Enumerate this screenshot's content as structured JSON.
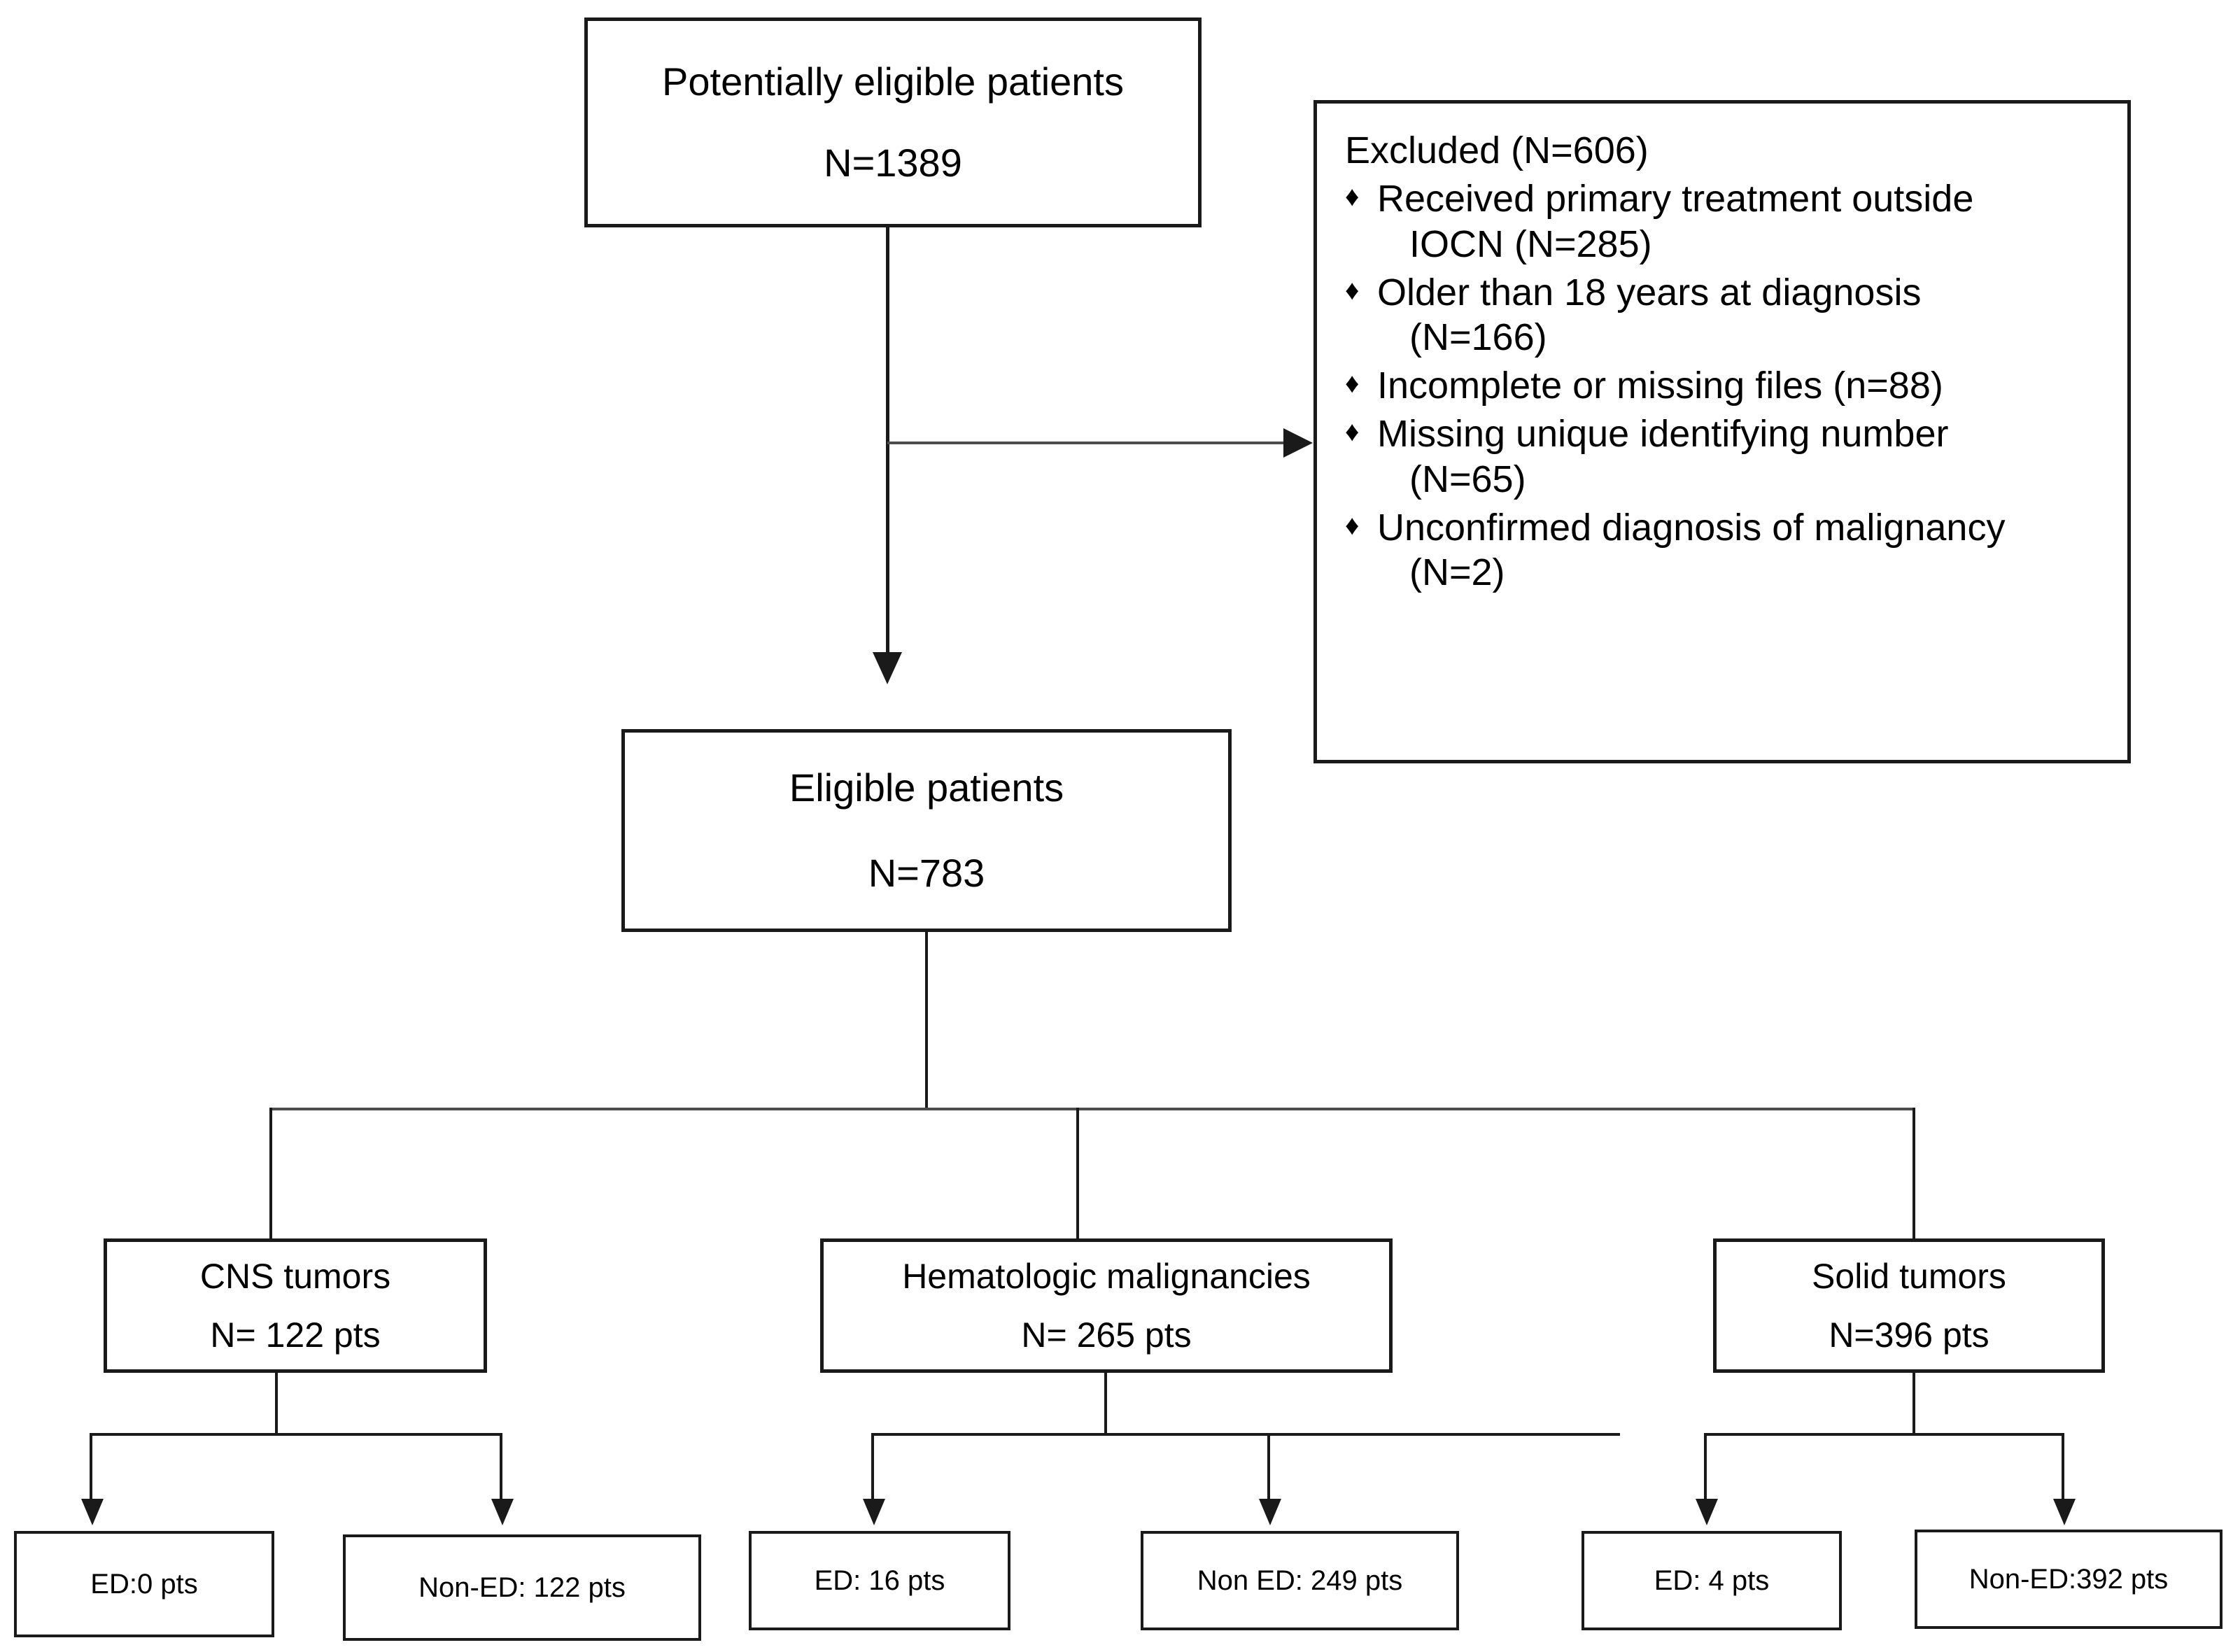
{
  "diagram": {
    "type": "patient-flow-consort-diagram",
    "nodes": {
      "potentially_eligible": {
        "title": "Potentially eligible patients",
        "count_label": "N=1389"
      },
      "excluded": {
        "title": "Excluded (N=606)",
        "reasons": [
          {
            "text": "Received primary treatment outside",
            "continuation": "IOCN (N=285)"
          },
          {
            "text": "Older than 18 years at diagnosis",
            "continuation": "(N=166)"
          },
          {
            "text": "Incomplete or missing files (n=88)",
            "continuation": ""
          },
          {
            "text": "Missing unique identifying number",
            "continuation": "(N=65)"
          },
          {
            "text": "Unconfirmed diagnosis of malignancy",
            "continuation": "(N=2)"
          }
        ],
        "bullet_glyph": "♦"
      },
      "eligible": {
        "title": "Eligible patients",
        "count_label": "N=783"
      },
      "categories": [
        {
          "title": "CNS tumors",
          "count_label": "N= 122 pts",
          "children": [
            {
              "label": "ED:0 pts"
            },
            {
              "label": "Non-ED: 122 pts"
            }
          ]
        },
        {
          "title": "Hematologic malignancies",
          "count_label": "N= 265 pts",
          "children": [
            {
              "label": "ED: 16 pts"
            },
            {
              "label": "Non ED: 249 pts"
            }
          ]
        },
        {
          "title": "Solid tumors",
          "count_label": "N=396 pts",
          "children": [
            {
              "label": "ED: 4 pts"
            },
            {
              "label": "Non-ED:392 pts"
            }
          ]
        }
      ]
    },
    "colors": {
      "border": "#1a1a1a",
      "connector": "#1a1a1a",
      "background": "#ffffff",
      "text": "#000000"
    }
  }
}
